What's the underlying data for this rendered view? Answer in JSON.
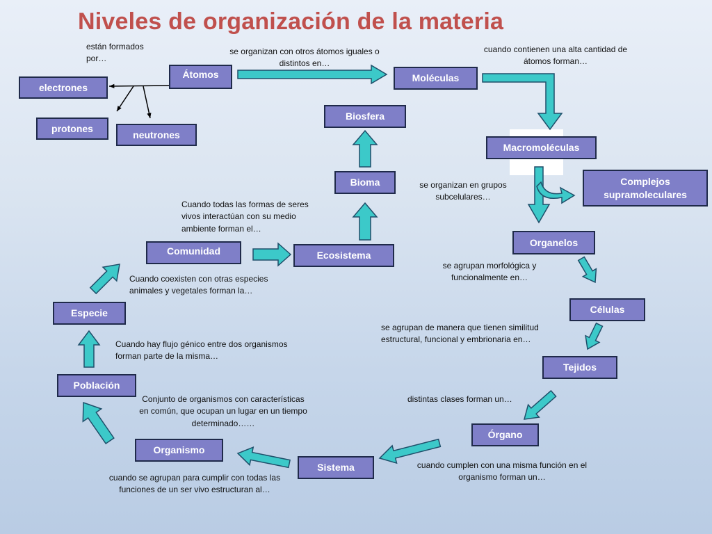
{
  "title": "Niveles de organización de la materia",
  "colors": {
    "title": "#c0504d",
    "box_fill": "#7f7fc8",
    "box_border": "#1f2a4a",
    "arrow_fill": "#3cc9c9",
    "arrow_stroke": "#1f4f6a"
  },
  "boxes": {
    "atomos": "Átomos",
    "moleculas": "Moléculas",
    "electrones": "electrones",
    "protones": "protones",
    "neutrones": "neutrones",
    "macromoleculas": "Macromoléculas",
    "complejos": "Complejos supramoleculares",
    "organelos": "Organelos",
    "celulas": "Células",
    "tejidos": "Tejidos",
    "organo": "Órgano",
    "sistema": "Sistema",
    "organismo": "Organismo",
    "poblacion": "Población",
    "especie": "Especie",
    "comunidad": "Comunidad",
    "ecosistema": "Ecosistema",
    "bioma": "Bioma",
    "biosfera": "Biosfera"
  },
  "notes": {
    "formados": "están formados por…",
    "organizan_atomos": "se organizan con otros átomos iguales o distintos en…",
    "contienen": "cuando contienen  una alta cantidad de átomos  forman…",
    "subcelulares": "se organizan en grupos subcelulares…",
    "morfologica": "se agrupan morfológica y funcionalmente en…",
    "similitud": "se agrupan de  manera que tienen similitud estructural, funcional y embrionaria en…",
    "clases": "distintas clases forman un…",
    "misma_funcion": "cuando cumplen con una misma función en el organismo forman un…",
    "cumplir": "cuando se agrupan para cumplir con todas las funciones de un ser vivo estructuran al…",
    "conjunto": "Conjunto de organismos con características en común, que ocupan un lugar en un tiempo determinado……",
    "flujo": "Cuando hay flujo génico entre dos organismos forman parte de la misma…",
    "coexisten": "Cuando coexisten con otras especies animales y vegetales forman la…",
    "seres_vivos": "Cuando todas las formas de seres vivos interactúan con su medio ambiente forman el…"
  }
}
